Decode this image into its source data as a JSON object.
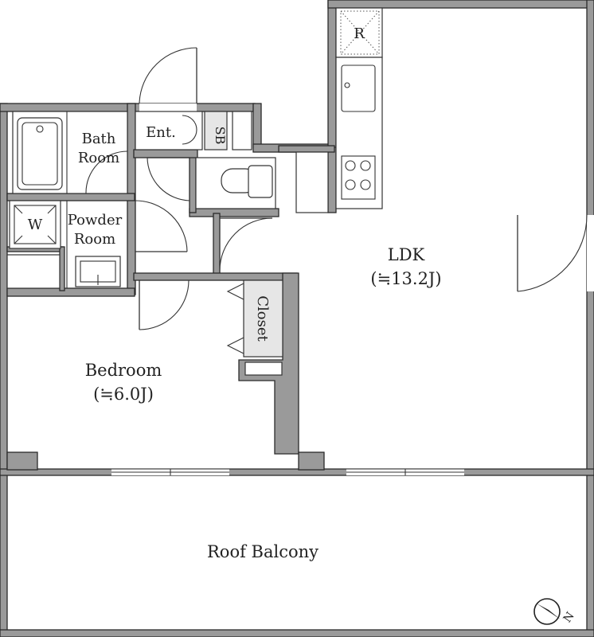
{
  "rooms": {
    "ldk": {
      "name": "LDK",
      "size": "(≒13.2J)"
    },
    "bedroom": {
      "name": "Bedroom",
      "size": "(≒6.0J)"
    },
    "bath": {
      "line1": "Bath",
      "line2": "Room"
    },
    "powder": {
      "line1": "Powder",
      "line2": "Room"
    },
    "entrance": "Ent.",
    "shoe_box": "SB",
    "closet": "Closet",
    "balcony": "Roof Balcony"
  },
  "fixtures": {
    "refrigerator": "R",
    "washer": "W"
  },
  "compass": {
    "north_label": "N"
  },
  "colors": {
    "wall": "#9a9a9a",
    "closet": "#e6e6e6",
    "outline": "#2a2a2a"
  }
}
